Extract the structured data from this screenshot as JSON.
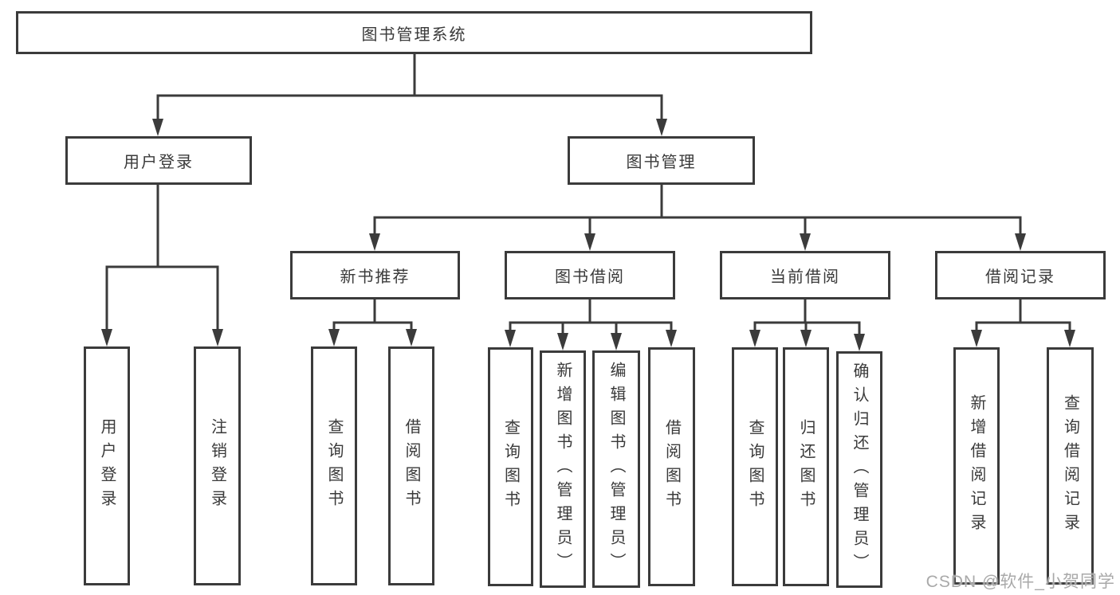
{
  "tree": {
    "label": "图书管理系统",
    "children": [
      {
        "label": "用户登录",
        "children": [
          {
            "label": "用户登录"
          },
          {
            "label": "注销登录"
          }
        ]
      },
      {
        "label": "图书管理",
        "children": [
          {
            "label": "新书推荐",
            "children": [
              {
                "label": "查询图书"
              },
              {
                "label": "借阅图书"
              }
            ]
          },
          {
            "label": "图书借阅",
            "children": [
              {
                "label": "查询图书"
              },
              {
                "label": "新增图书（管理员）"
              },
              {
                "label": "编辑图书（管理员）"
              },
              {
                "label": "借阅图书"
              }
            ]
          },
          {
            "label": "当前借阅",
            "children": [
              {
                "label": "查询图书"
              },
              {
                "label": "归还图书"
              },
              {
                "label": "确认归还（管理员）"
              }
            ]
          },
          {
            "label": "借阅记录",
            "children": [
              {
                "label": "新增借阅记录"
              },
              {
                "label": "查询借阅记录"
              }
            ]
          }
        ]
      }
    ]
  },
  "watermark": "CSDN @软件_小贺同学",
  "colors": {
    "line": "#3b3b3b",
    "text": "#3a3a3a",
    "watermark": "#a9a9a9",
    "background": "#ffffff"
  }
}
